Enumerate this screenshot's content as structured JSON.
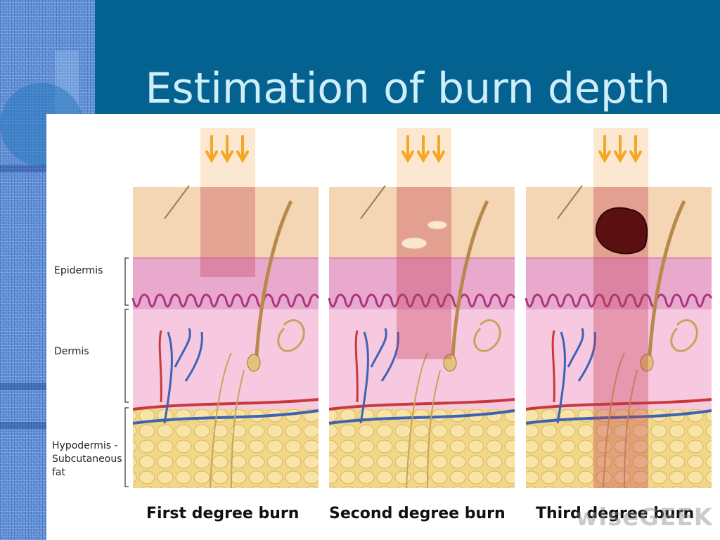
{
  "slide": {
    "title": "Estimation of burn depth"
  },
  "figure": {
    "layer_labels": {
      "epidermis": "Epidermis",
      "dermis": "Dermis",
      "hypodermis_line1": "Hypodermis -",
      "hypodermis_line2": "Subcutaneous",
      "hypodermis_line3": "fat"
    },
    "burn_labels": [
      "First degree burn",
      "Second degree burn",
      "Third degree burn"
    ],
    "watermark": "wiseGEEK"
  },
  "colors": {
    "background": "#03628f",
    "title": "#cfeefa",
    "epidermis": "#e9a9cc",
    "dermis": "#f7c9e0",
    "fat": "#f1d787",
    "surface": "#f4d6b4",
    "heat_arrow": "#f5a623",
    "vein": "#3f62b5",
    "artery": "#c73a3a"
  }
}
